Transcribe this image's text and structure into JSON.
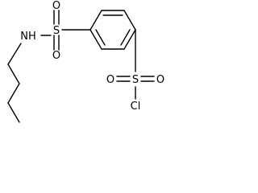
{
  "molecule": {
    "atoms": {
      "o1": "O",
      "o2": "O",
      "s1": "S",
      "n1": "NH",
      "s2": "S",
      "o3": "O",
      "o4": "O",
      "cl1": "Cl"
    }
  }
}
